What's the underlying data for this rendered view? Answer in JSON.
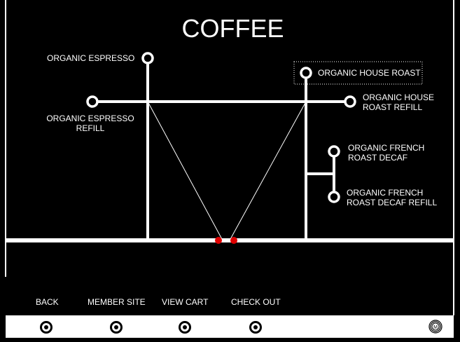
{
  "title": "COFFEE",
  "stations": {
    "espresso": "ORGANIC ESPRESSO",
    "espresso_refill": "ORGANIC ESPRESSO REFILL",
    "house_roast": "ORGANIC HOUSE ROAST",
    "house_roast_refill": "ORGANIC HOUSE ROAST REFILL",
    "french_decaf": "ORGANIC FRENCH ROAST DECAF",
    "french_decaf_refill": "ORGANIC FRENCH ROAST DECAF REFILL"
  },
  "nav": {
    "back": "BACK",
    "member_site": "MEMBER SITE",
    "view_cart": "VIEW CART",
    "check_out": "CHECK OUT"
  },
  "logo_letter": "M",
  "colors": {
    "accent": "#e00000",
    "line": "#ffffff",
    "background": "#000000"
  }
}
